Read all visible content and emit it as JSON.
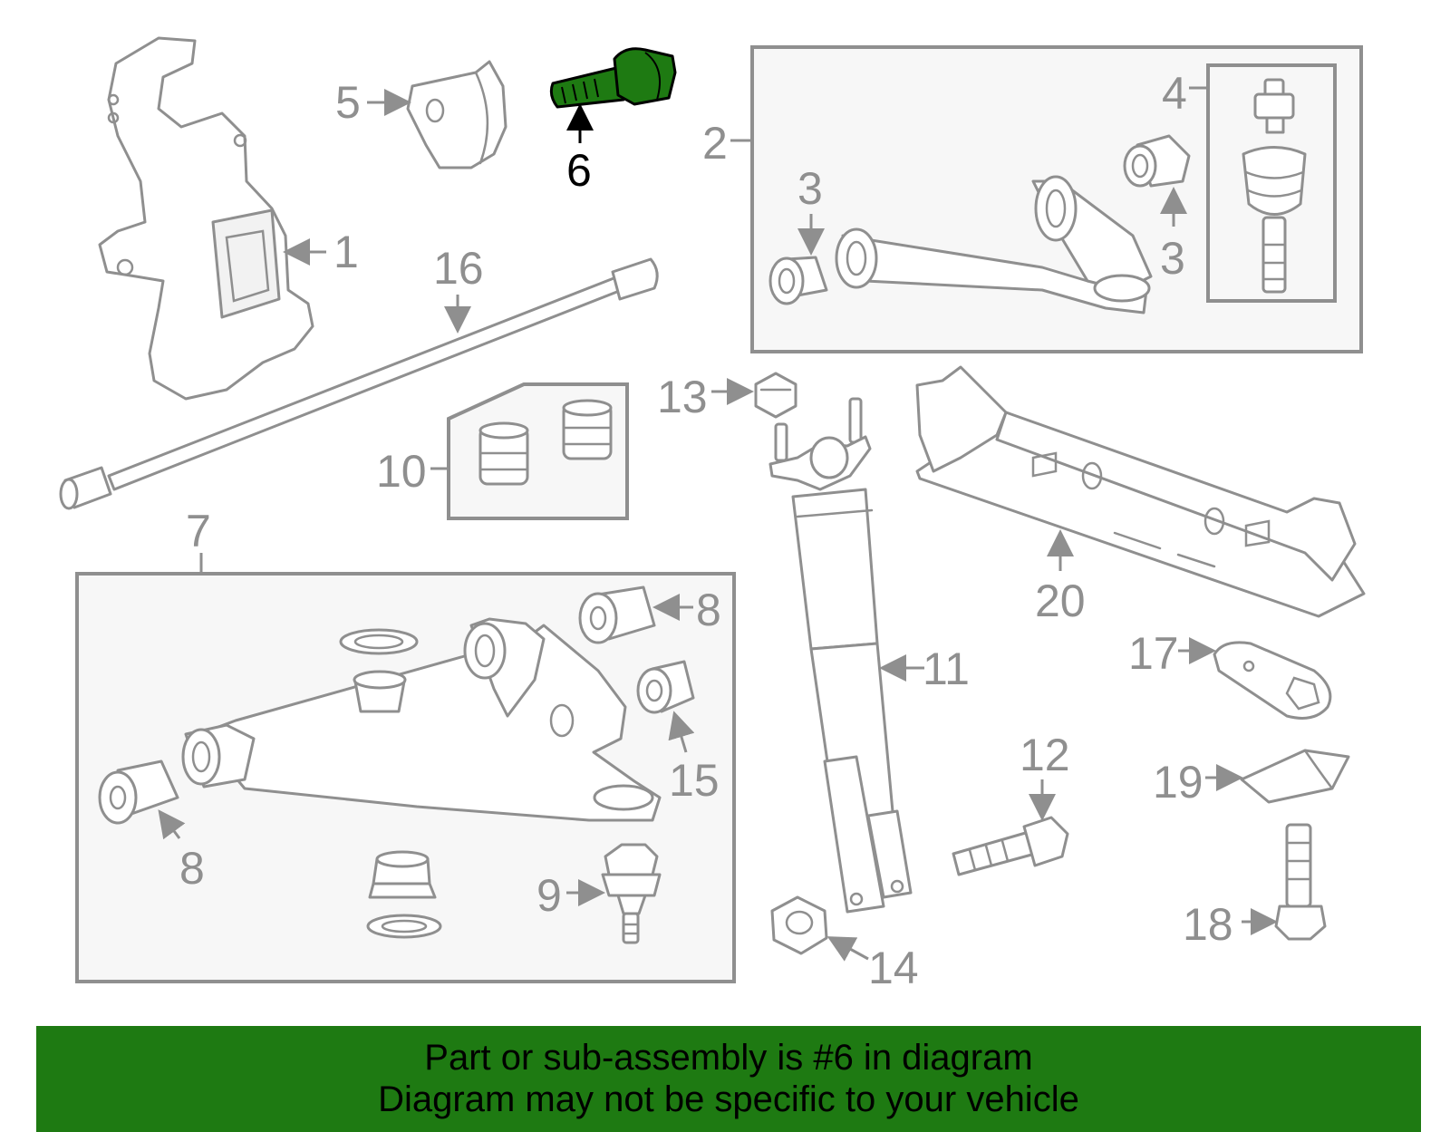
{
  "diagram": {
    "highlighted_part": "6",
    "callouts": [
      "1",
      "2",
      "3",
      "3",
      "4",
      "5",
      "6",
      "7",
      "8",
      "8",
      "9",
      "10",
      "11",
      "12",
      "13",
      "14",
      "15",
      "16",
      "17",
      "18",
      "19",
      "20"
    ]
  },
  "banner": {
    "line1": "Part or sub-assembly is #6 in diagram",
    "line2": "Diagram may not be specific to your vehicle",
    "background": "#1e7a12"
  },
  "colors": {
    "line_art": "#8f8f8f",
    "highlight": "#1e7a12"
  }
}
